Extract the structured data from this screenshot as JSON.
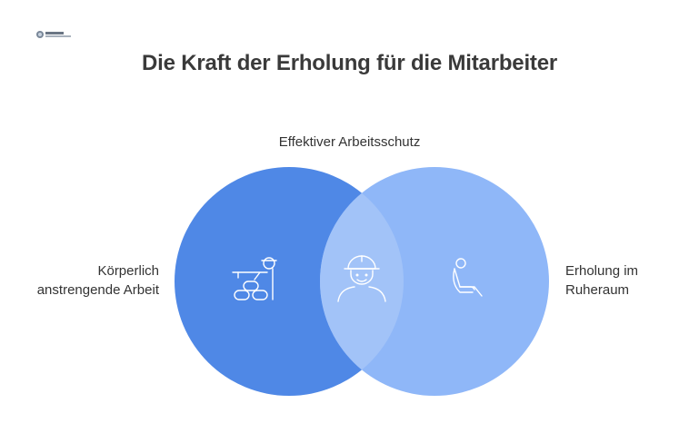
{
  "title": "Die Kraft der Erholung für die Mitarbeiter",
  "labels": {
    "top": "Effektiver Arbeitsschutz",
    "left_line1": "Körperlich",
    "left_line2": "anstrengende Arbeit",
    "right_line1": "Erholung im",
    "right_line2": "Ruheraum"
  },
  "colors": {
    "left_circle": "#4f88e6",
    "right_circle": "#8fb7f8",
    "intersection": "#a2c3f8",
    "icon_stroke": "#ffffff",
    "title_text": "#3a3a3a"
  },
  "icons": {
    "left": "worker-lifting-icon",
    "center": "hardhat-worker-icon",
    "right": "reclining-person-icon"
  }
}
